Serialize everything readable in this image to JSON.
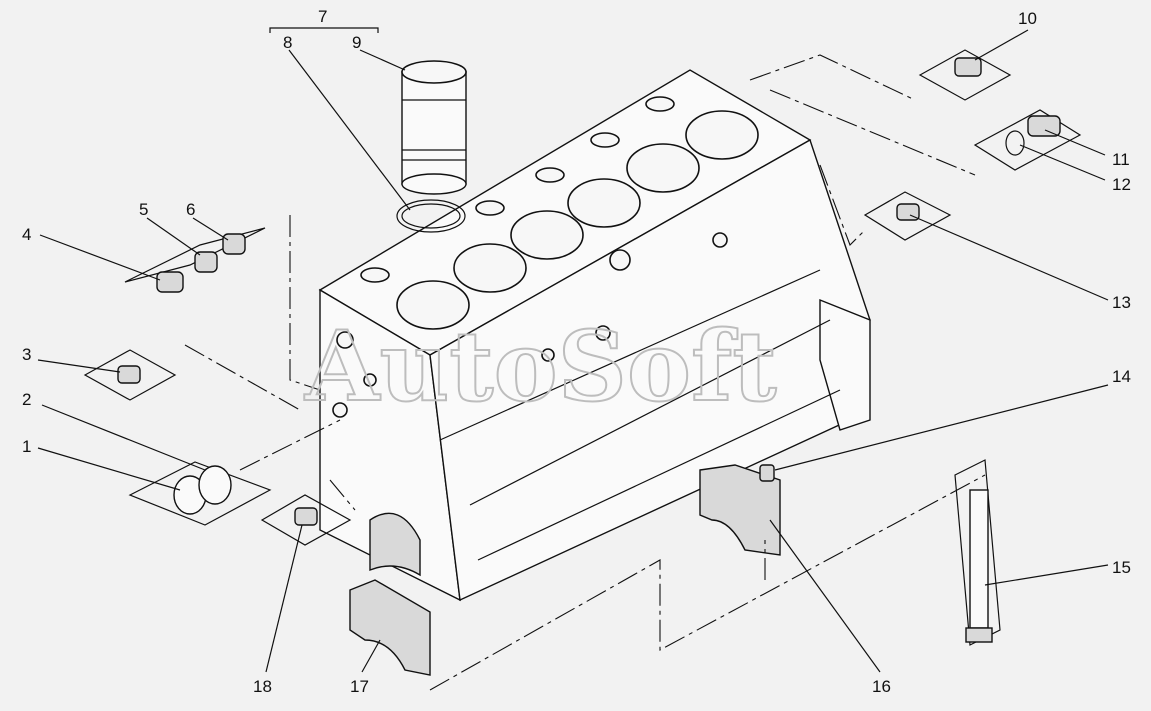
{
  "labels": {
    "l1": "1",
    "l2": "2",
    "l3": "3",
    "l4": "4",
    "l5": "5",
    "l6": "6",
    "l7": "7",
    "l8": "8",
    "l9": "9",
    "l10": "10",
    "l11": "11",
    "l12": "12",
    "l13": "13",
    "l14": "14",
    "l15": "15",
    "l16": "16",
    "l17": "17",
    "l18": "18"
  },
  "watermark": "AutoSoft"
}
